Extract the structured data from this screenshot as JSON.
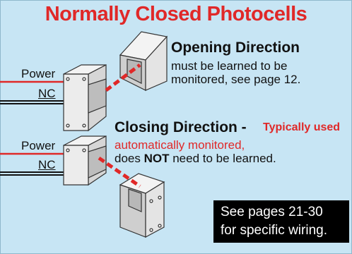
{
  "title": "Normally Closed Photocells",
  "opening": {
    "heading": "Opening Direction",
    "line1": "must be learned to be",
    "line2": "monitored, see page 12."
  },
  "closing": {
    "heading": "Closing Direction -",
    "typically": "Typically used",
    "line1": "automatically monitored,",
    "line2_pre": "does",
    "line2_bold": "NOT",
    "line2_post": " need to be learned."
  },
  "upper_labels": {
    "power": "Power",
    "nc": "NC"
  },
  "lower_labels": {
    "power": "Power",
    "nc": "NC"
  },
  "note": {
    "line1": "See pages 21-30",
    "line2": "for specific wiring."
  },
  "colors": {
    "accent": "#e02828",
    "background": "#c7e5f4"
  }
}
